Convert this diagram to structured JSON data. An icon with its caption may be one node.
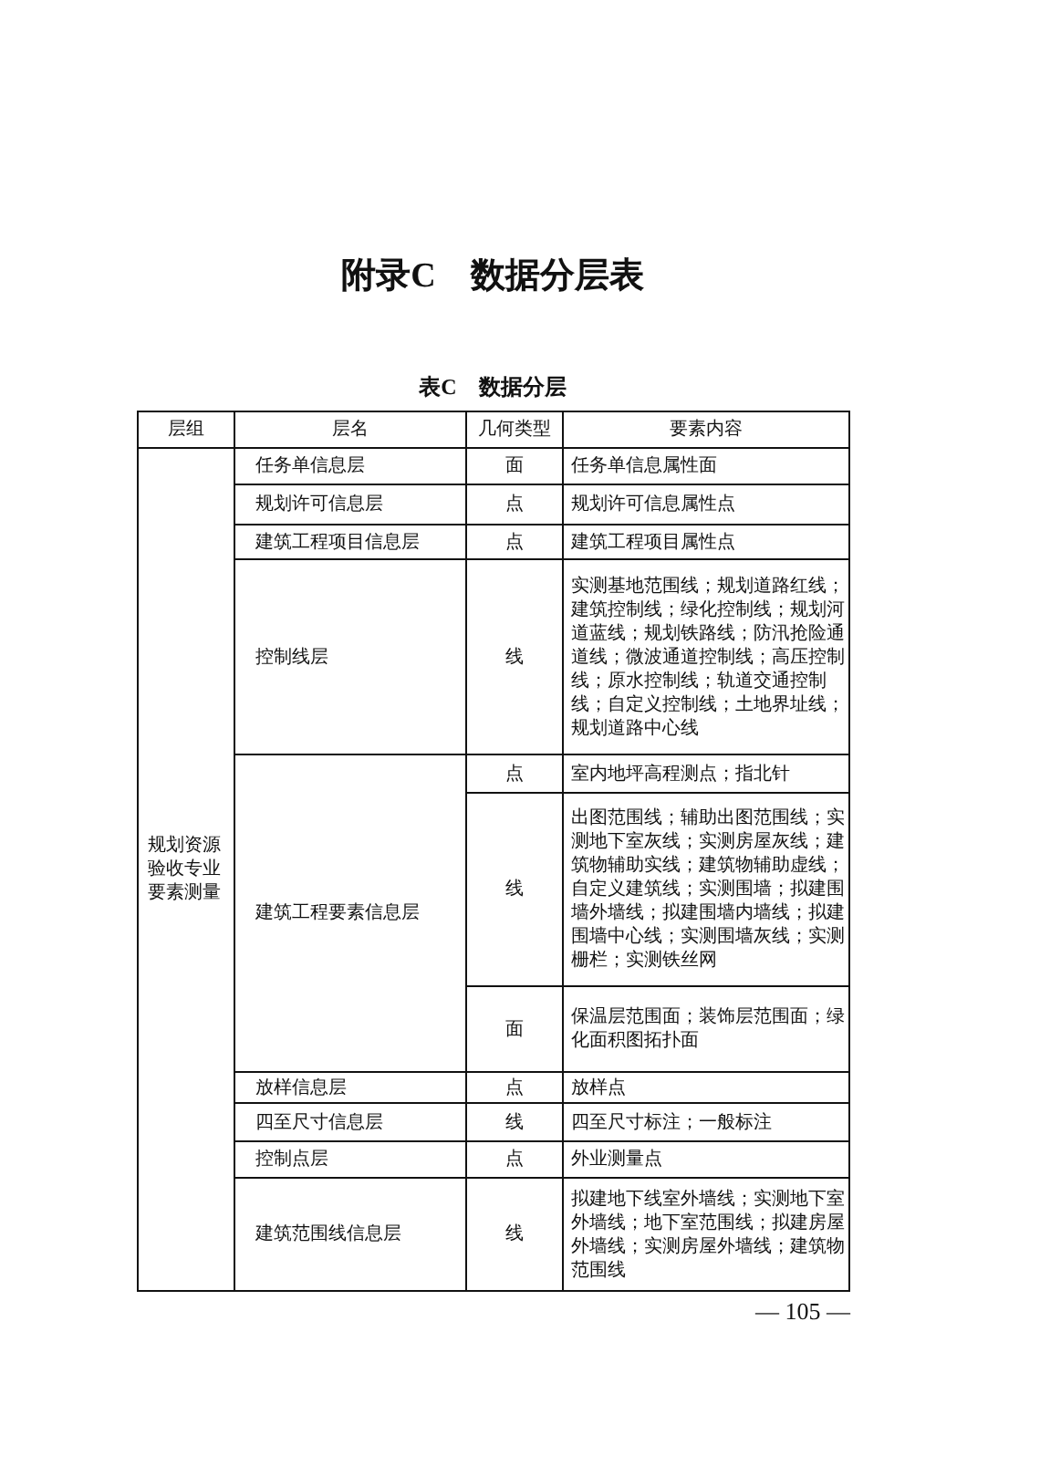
{
  "diagram": {
    "title": "附录C　数据分层表",
    "caption": "表C　数据分层",
    "labels": [
      "层组",
      "层名",
      "几何类型",
      "要素内容",
      "规划资源验收专业要素测量",
      "任务单信息层",
      "面",
      "任务单信息属性面",
      "规划许可信息层",
      "点",
      "规划许可信息属性点",
      "建筑工程项目信息层",
      "点",
      "建筑工程项目属性点",
      "控制线层",
      "线",
      "实测基地范围线；规划道路红线；建筑控制线；绿化控制线；规划河道蓝线；规划铁路线；防汛抢险通道线；微波通道控制线；高压控制线；原水控制线；轨道交通控制线；自定义控制线；土地界址线；规划道路中心线",
      "建筑工程要素信息层",
      "点",
      "室内地坪高程测点；指北针",
      "线",
      "出图范围线；辅助出图范围线；实测地下室灰线；实测房屋灰线；建筑物辅助实线；建筑物辅助虚线；自定义建筑线；实测围墙；拟建围墙外墙线；拟建围墙内墙线；拟建围墙中心线；实测围墙灰线；实测栅栏；实测铁丝网",
      "面",
      "保温层范围面；装饰层范围面；绿化面积图拓扑面",
      "放样信息层",
      "点",
      "放样点",
      "四至尺寸信息层",
      "线",
      "四至尺寸标注；一般标注",
      "控制点层",
      "点",
      "外业测量点",
      "建筑范围线信息层",
      "线",
      "拟建地下线室外墙线；实测地下室外墙线；地下室范围线；拟建房屋外墙线；实测房屋外墙线；建筑物范围线",
      "— 105 —"
    ]
  }
}
